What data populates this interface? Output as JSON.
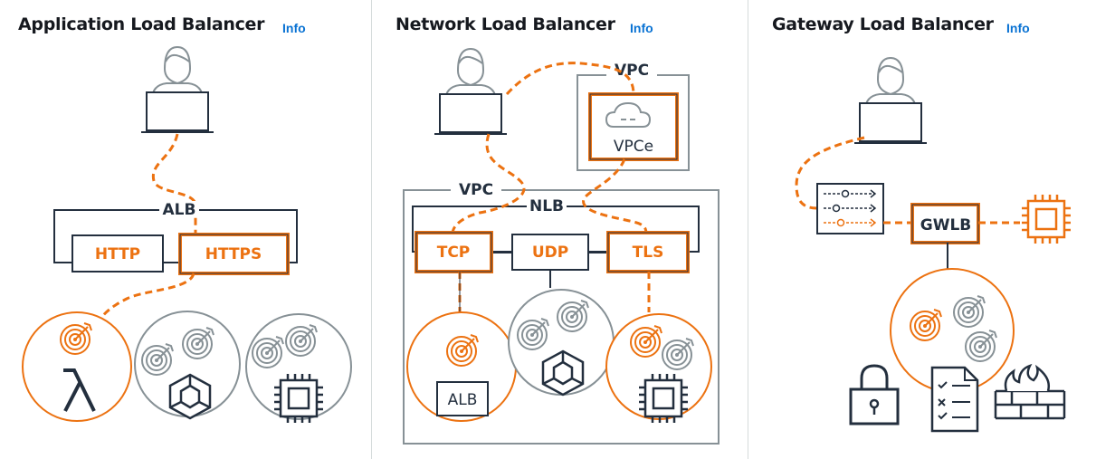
{
  "panels": [
    {
      "title": "Application Load Balancer",
      "info": "Info"
    },
    {
      "title": "Network Load Balancer",
      "info": "Info"
    },
    {
      "title": "Gateway Load Balancer",
      "info": "Info"
    }
  ],
  "alb": {
    "group_label": "ALB",
    "listeners": [
      "HTTP",
      "HTTPS"
    ]
  },
  "nlb": {
    "outer_vpc_label": "VPC",
    "endpoint_vpc_label": "VPC",
    "endpoint_label": "VPCe",
    "group_label": "NLB",
    "listeners": [
      "TCP",
      "UDP",
      "TLS"
    ],
    "target_alb_label": "ALB"
  },
  "gwlb": {
    "label": "GWLB"
  },
  "colors": {
    "accent": "#ec7211",
    "dark": "#232f3e",
    "gray": "#879196",
    "link": "#0972d3"
  }
}
